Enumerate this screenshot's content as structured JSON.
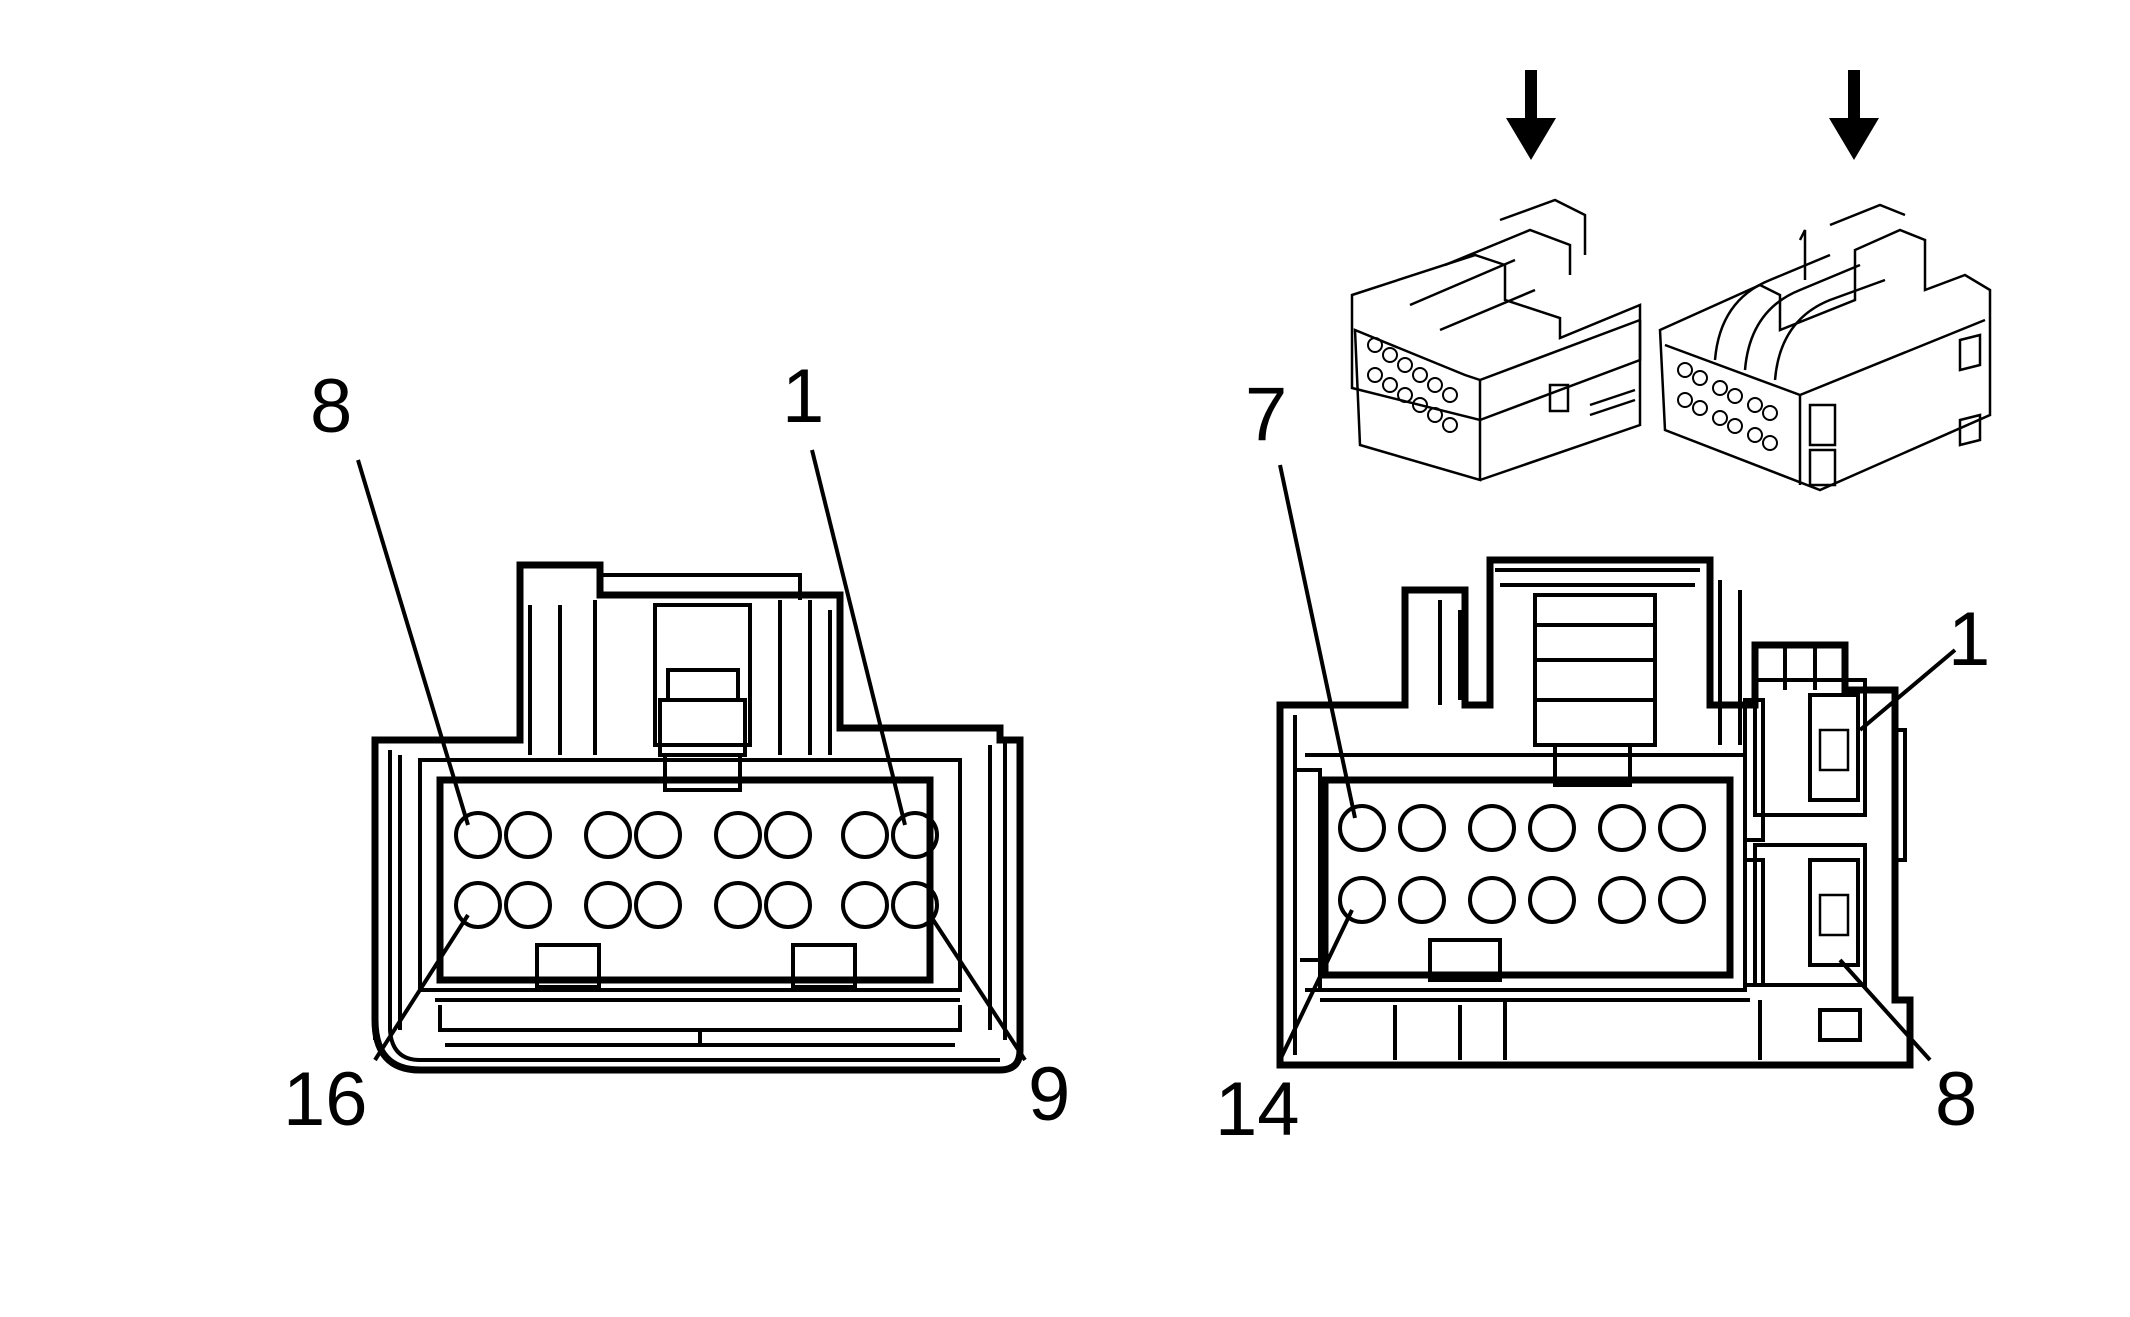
{
  "left_connector": {
    "callouts": {
      "top_left": "8",
      "top_right": "1",
      "bottom_left": "16",
      "bottom_right": "9"
    }
  },
  "right_connector": {
    "callouts": {
      "top_left": "7",
      "bottom_left": "14",
      "side_top": "1",
      "side_bottom": "8"
    }
  },
  "insets": {
    "arrow_count": 2
  },
  "colors": {
    "line": "#000000",
    "background": "#ffffff"
  }
}
